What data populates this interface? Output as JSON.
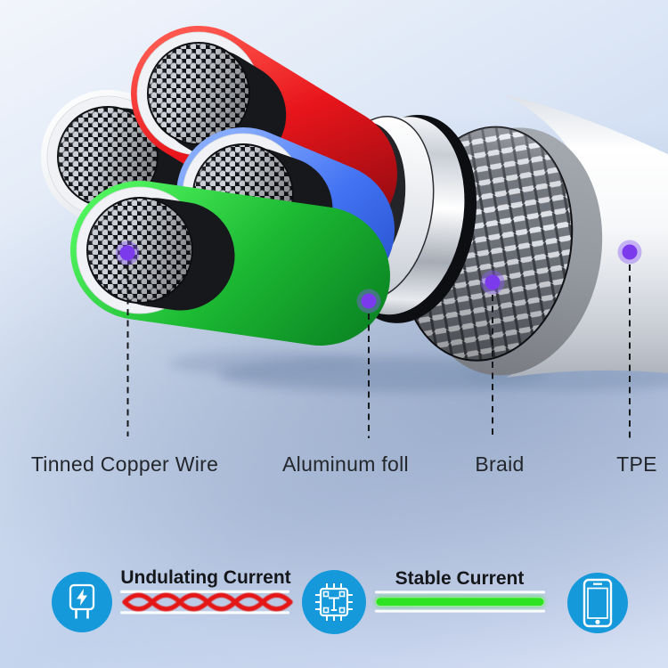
{
  "product_diagram": {
    "title": "cable cutaway structure diagram",
    "callouts": [
      {
        "id": "tinned-copper-wire",
        "label": "Tinned Copper Wire"
      },
      {
        "id": "aluminum-foil",
        "label": "Aluminum foll"
      },
      {
        "id": "braid",
        "label": "Braid"
      },
      {
        "id": "tpe",
        "label": "TPE"
      }
    ],
    "legend": {
      "items": [
        {
          "icon": "charger-icon"
        },
        {
          "label": "Undulating Current",
          "line_style": "red-wavy"
        },
        {
          "icon": "chip-icon"
        },
        {
          "label": "Stable Current",
          "line_style": "green-straight"
        },
        {
          "icon": "phone-icon"
        }
      ]
    },
    "colors": {
      "accent_blue": "#1699DB",
      "wire_red": "#E8151B",
      "wire_blue": "#4272F2",
      "wire_green": "#1CB933",
      "marker_purple": "#7C3AED",
      "current_red": "#E51814",
      "current_green": "#2EE422"
    }
  }
}
